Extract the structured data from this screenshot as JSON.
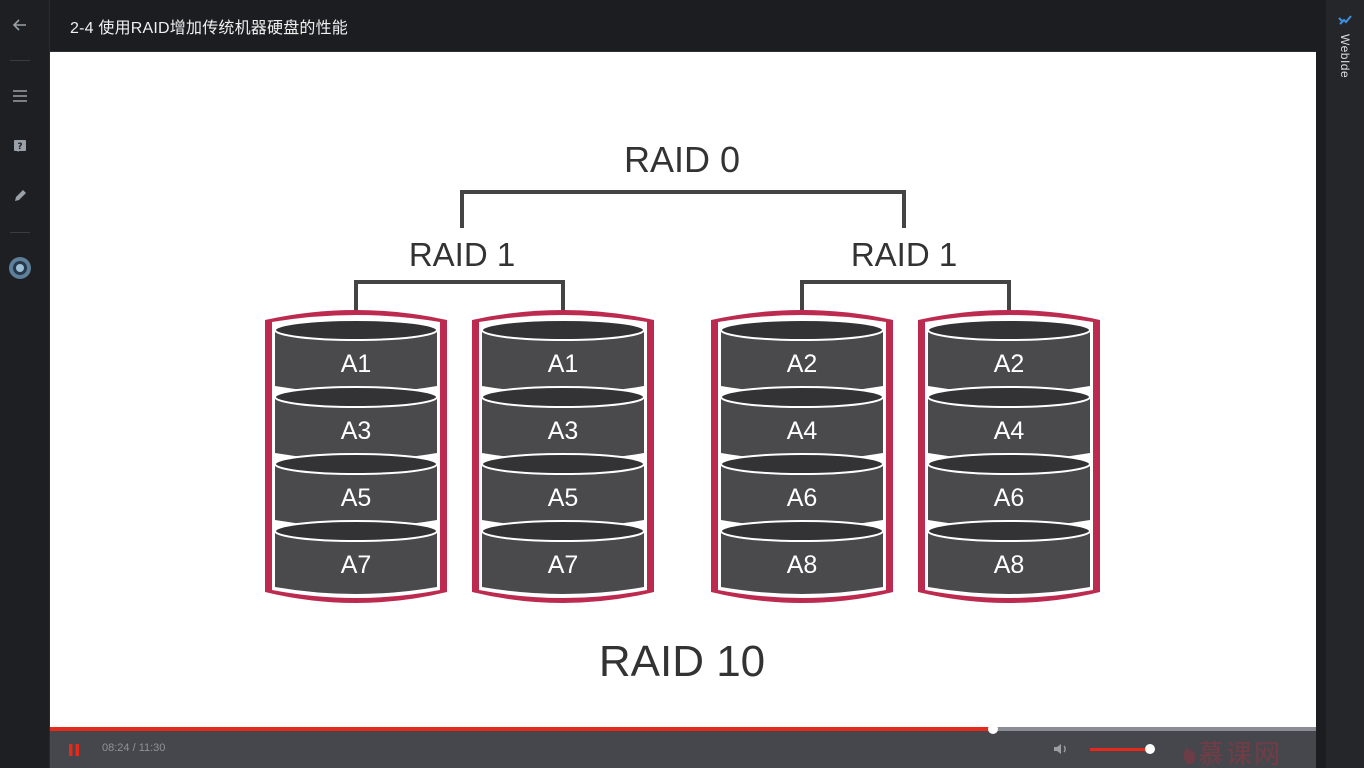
{
  "window": {
    "title": "2-4 使用RAID增加传统机器硬盘的性能"
  },
  "left_rail": {
    "icons": [
      "back-arrow-icon",
      "menu-icon",
      "question-icon",
      "pencil-icon",
      "avatar-icon"
    ]
  },
  "right_rail": {
    "webide_label": "WebIde"
  },
  "diagram": {
    "top_label": "RAID 0",
    "group_labels": [
      "RAID 1",
      "RAID 1"
    ],
    "bottom_label": "RAID 10",
    "disks": [
      [
        "A1",
        "A3",
        "A5",
        "A7"
      ],
      [
        "A1",
        "A3",
        "A5",
        "A7"
      ],
      [
        "A2",
        "A4",
        "A6",
        "A8"
      ],
      [
        "A2",
        "A4",
        "A6",
        "A8"
      ]
    ],
    "colors": {
      "disk_outline": "#bd2a4f",
      "platter": "#4a4a4d",
      "platter_top": "#333336",
      "connector": "#444444",
      "label_text": "#333333"
    }
  },
  "player": {
    "time": "08:24 / 11:30",
    "progress_fraction": 0.745,
    "volume_fraction": 1.0,
    "state": "playing",
    "accent": "#e5291a"
  },
  "watermark": {
    "text": "慕课网"
  }
}
